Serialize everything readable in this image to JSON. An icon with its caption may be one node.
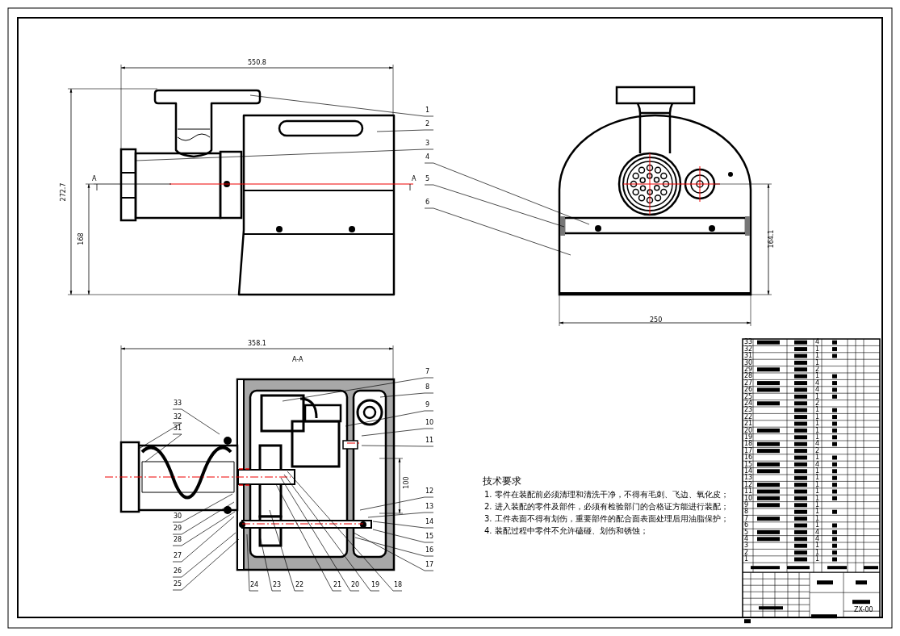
{
  "diagram": {
    "nodes": [
      {
        "text": [
          "1"
        ]
      },
      {
        "text": [
          "2"
        ]
      },
      {
        "text": [
          "3"
        ]
      },
      {
        "text": [
          "4"
        ]
      },
      {
        "text": [
          "5"
        ]
      },
      {
        "text": [
          "6"
        ]
      },
      {
        "text": [
          "7"
        ]
      },
      {
        "text": [
          "8"
        ]
      },
      {
        "text": [
          "9"
        ]
      },
      {
        "text": [
          "10"
        ]
      },
      {
        "text": [
          "11"
        ]
      },
      {
        "text": [
          "12"
        ]
      },
      {
        "text": [
          "13"
        ]
      },
      {
        "text": [
          "14"
        ]
      },
      {
        "text": [
          "15"
        ]
      },
      {
        "text": [
          "16"
        ]
      },
      {
        "text": [
          "17"
        ]
      },
      {
        "text": [
          "18"
        ]
      },
      {
        "text": [
          "19"
        ]
      },
      {
        "text": [
          "20"
        ]
      },
      {
        "text": [
          "21"
        ]
      },
      {
        "text": [
          "22"
        ]
      },
      {
        "text": [
          "23"
        ]
      },
      {
        "text": [
          "24"
        ]
      },
      {
        "text": [
          "25"
        ]
      },
      {
        "text": [
          "26"
        ]
      },
      {
        "text": [
          "27"
        ]
      },
      {
        "text": [
          "28"
        ]
      },
      {
        "text": [
          "29"
        ]
      },
      {
        "text": [
          "30"
        ]
      },
      {
        "text": [
          "31"
        ]
      },
      {
        "text": [
          "32"
        ]
      },
      {
        "text": [
          "33"
        ]
      }
    ],
    "edges": [
      {
        "from": 0,
        "to": null,
        "arrow": "none"
      },
      {
        "from": 1,
        "to": null,
        "arrow": "none"
      },
      {
        "from": 2,
        "to": null,
        "arrow": "none"
      },
      {
        "from": 3,
        "to": null,
        "arrow": "none"
      },
      {
        "from": 4,
        "to": null,
        "arrow": "none"
      },
      {
        "from": 5,
        "to": null,
        "arrow": "none"
      },
      {
        "from": 6,
        "to": null,
        "arrow": "none"
      },
      {
        "from": 7,
        "to": null,
        "arrow": "none"
      },
      {
        "from": 8,
        "to": null,
        "arrow": "none"
      },
      {
        "from": 9,
        "to": null,
        "arrow": "none"
      },
      {
        "from": 10,
        "to": null,
        "arrow": "none"
      },
      {
        "from": 11,
        "to": null,
        "arrow": "none"
      },
      {
        "from": 12,
        "to": null,
        "arrow": "none"
      },
      {
        "from": 13,
        "to": null,
        "arrow": "none"
      },
      {
        "from": 14,
        "to": null,
        "arrow": "none"
      },
      {
        "from": 15,
        "to": null,
        "arrow": "none"
      },
      {
        "from": 16,
        "to": null,
        "arrow": "none"
      },
      {
        "from": 17,
        "to": null,
        "arrow": "none"
      },
      {
        "from": 18,
        "to": null,
        "arrow": "none"
      },
      {
        "from": 19,
        "to": null,
        "arrow": "none"
      },
      {
        "from": 20,
        "to": null,
        "arrow": "none"
      },
      {
        "from": 21,
        "to": null,
        "arrow": "none"
      },
      {
        "from": 22,
        "to": null,
        "arrow": "none"
      },
      {
        "from": 23,
        "to": null,
        "arrow": "none"
      },
      {
        "from": 24,
        "to": null,
        "arrow": "none"
      },
      {
        "from": 25,
        "to": null,
        "arrow": "none"
      },
      {
        "from": 26,
        "to": null,
        "arrow": "none"
      },
      {
        "from": 27,
        "to": null,
        "arrow": "none"
      },
      {
        "from": 28,
        "to": null,
        "arrow": "none"
      },
      {
        "from": 29,
        "to": null,
        "arrow": "none"
      },
      {
        "from": 30,
        "to": null,
        "arrow": "none"
      },
      {
        "from": 31,
        "to": null,
        "arrow": "none"
      },
      {
        "from": 32,
        "to": null,
        "arrow": "none"
      }
    ],
    "labels": [
      "550.8",
      "A",
      "A",
      "272.7",
      "168",
      "250",
      "164.1",
      "358.1",
      "A-A",
      "100",
      "技术要求",
      "1. 零件在装配前必须清理和清洗干净，不得有毛刺、飞边、氧化皮；",
      "2. 进入装配的零件及部件，必须有检验部门的合格证方能进行装配；",
      "3. 工件表面不得有划伤，重要部件的配合面表面处理后用油脂保护；",
      "4. 装配过程中零件不允许磕碰、划伤和锈蚀；",
      "33",
      "4",
      "32",
      "1",
      "31",
      "1",
      "30",
      "1",
      "29",
      "2",
      "28",
      "1",
      "27",
      "4",
      "26",
      "4",
      "25",
      "1",
      "24",
      "2",
      "23",
      "1",
      "22",
      "1",
      "21",
      "1",
      "20",
      "1",
      "19",
      "1",
      "18",
      "4",
      "17",
      "2",
      "16",
      "1",
      "15",
      "4",
      "14",
      "1",
      "13",
      "1",
      "12",
      "1",
      "11",
      "1",
      "10",
      "1",
      "9",
      "1",
      "8",
      "1",
      "7",
      "1",
      "6",
      "1",
      "5",
      "4",
      "4",
      "4",
      "3",
      "1",
      "2",
      "1",
      "1",
      "1",
      "ZX-00"
    ]
  }
}
